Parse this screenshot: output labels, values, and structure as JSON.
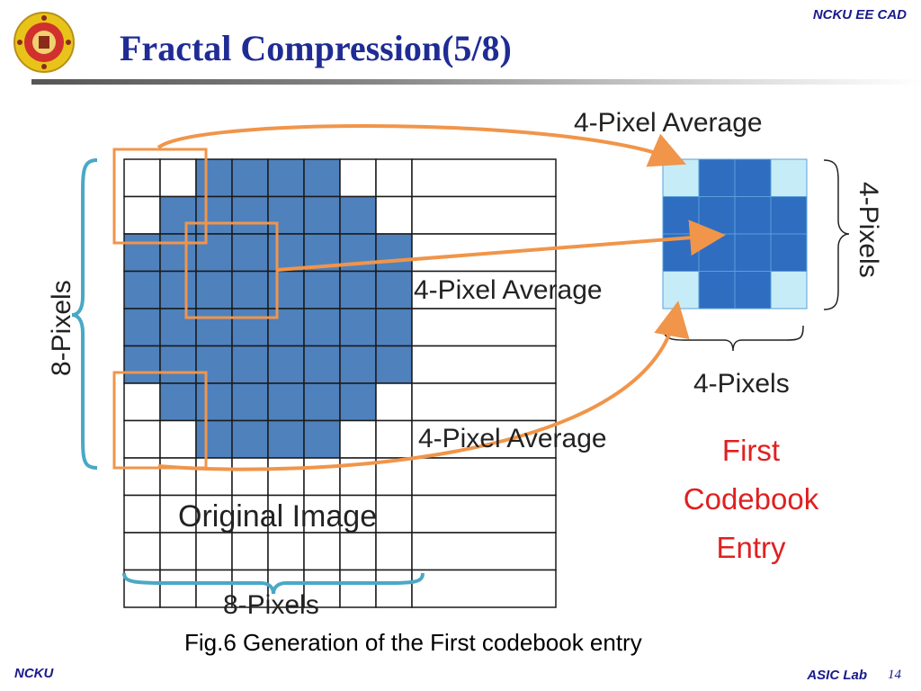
{
  "header": {
    "title": "Fractal Compression(5/8)",
    "org": "NCKU EE CAD"
  },
  "footer": {
    "left": "NCKU",
    "lab": "ASIC Lab",
    "page": "14"
  },
  "logo": {
    "icon": "university-seal-icon",
    "colors": {
      "ring": "#e8c41a",
      "center": "#d0312d"
    }
  },
  "diagram": {
    "labels": {
      "top_avg": "4-Pixel Average",
      "mid_avg": "4-Pixel Average",
      "bottom_avg": "4-Pixel Average",
      "left_dim": "8-Pixels",
      "bottom_dim": "8-Pixels",
      "right_dim": "4-Pixels",
      "codebook_dim": "4-Pixels",
      "original": "Original Image",
      "entry_line1": "First",
      "entry_line2": "Codebook",
      "entry_line3": "Entry"
    },
    "colors": {
      "pixel_on": "#4f81bd",
      "codebook_dark": "#2f6dc0",
      "codebook_light": "#c6ecf8",
      "highlight": "#f0954a",
      "brace": "#4aa8c6",
      "entry_text": "#e02020"
    },
    "original_mask": [
      [
        0,
        0,
        1,
        1,
        1,
        1,
        0,
        0
      ],
      [
        0,
        1,
        1,
        1,
        1,
        1,
        1,
        0
      ],
      [
        1,
        1,
        1,
        1,
        1,
        1,
        1,
        1
      ],
      [
        1,
        1,
        1,
        1,
        1,
        1,
        1,
        1
      ],
      [
        1,
        1,
        1,
        1,
        1,
        1,
        1,
        1
      ],
      [
        1,
        1,
        1,
        1,
        1,
        1,
        1,
        1
      ],
      [
        0,
        1,
        1,
        1,
        1,
        1,
        1,
        0
      ],
      [
        0,
        0,
        1,
        1,
        1,
        1,
        0,
        0
      ]
    ],
    "codebook_mask": [
      [
        0,
        1,
        1,
        0
      ],
      [
        1,
        1,
        1,
        1
      ],
      [
        1,
        1,
        1,
        1
      ],
      [
        0,
        1,
        1,
        0
      ]
    ]
  },
  "caption": "Fig.6 Generation of the First codebook entry"
}
